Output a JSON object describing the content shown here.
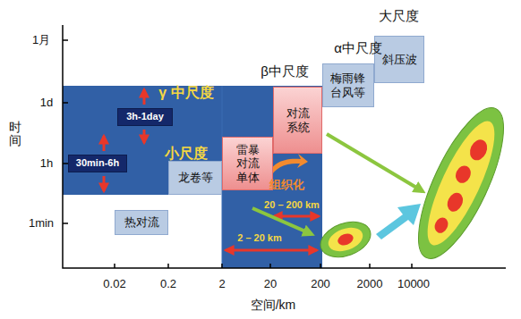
{
  "diagram": {
    "nodes": [
      {
        "text": [
          "斜压波"
        ]
      },
      {
        "text": [
          "梅雨锋 台风等"
        ]
      },
      {
        "text": [
          "对流系统"
        ]
      },
      {
        "text": [
          "3h-1day"
        ]
      },
      {
        "text": [
          "雷暴对流单体"
        ]
      },
      {
        "text": [
          "龙卷等"
        ]
      },
      {
        "text": [
          "30min-6h"
        ]
      },
      {
        "text": [
          "热对流"
        ]
      }
    ],
    "labels": [
      "大尺度",
      "α中尺度",
      "β中尺度",
      "γ 中尺度",
      "小尺度",
      "组织化",
      "20 – 200 km",
      "2 – 20 km",
      "1月",
      "1d",
      "1h",
      "1min",
      "时间",
      "0.02",
      "0.2",
      "2",
      "20",
      "200",
      "2000",
      "10000",
      "空间/km"
    ]
  }
}
